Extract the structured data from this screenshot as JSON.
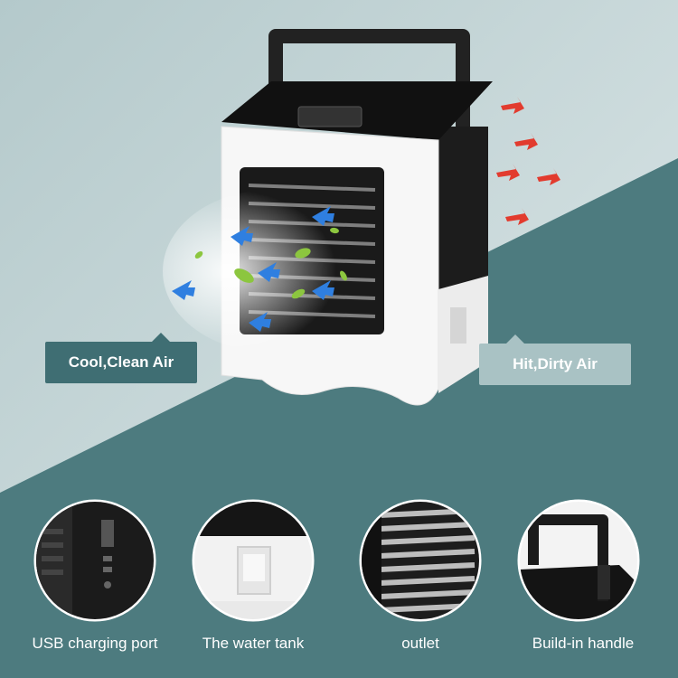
{
  "callouts": {
    "cool": "Cool,Clean Air",
    "hot": "Hit,Dirty Air"
  },
  "features": [
    {
      "caption": "USB charging port",
      "icon": "usb-port"
    },
    {
      "caption": "The water tank",
      "icon": "water-tank"
    },
    {
      "caption": "outlet",
      "icon": "air-outlet"
    },
    {
      "caption": "Build-in handle",
      "icon": "handle"
    }
  ],
  "colors": {
    "bg_light": "#c7d7d9",
    "bg_dark": "#4d7b7f",
    "cool_callout": "#3f6e73",
    "hot_callout": "#a9c2c4",
    "cool_arrow": "#2f7fe0",
    "hot_arrow": "#e23b2e",
    "leaf": "#8cc63f"
  }
}
